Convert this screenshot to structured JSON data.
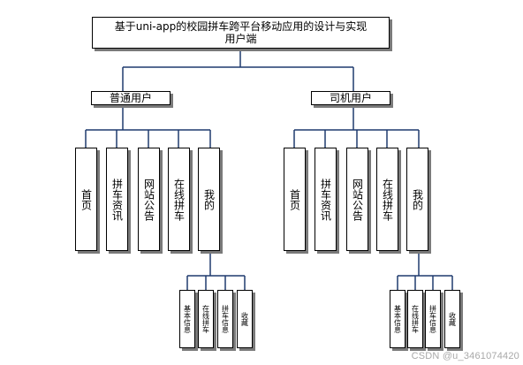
{
  "title": "基于uni-app的校园拼车跨平台移动应用的设计与实现用户端",
  "roles": [
    {
      "label": "普通用户",
      "modules": [
        "首页",
        "拼车资讯",
        "网站公告",
        "在线拼车",
        "我的"
      ],
      "sub_modules": [
        "基本信息",
        "在线拼车",
        "拼车信息",
        "收藏"
      ]
    },
    {
      "label": "司机用户",
      "modules": [
        "首页",
        "拼车资讯",
        "网站公告",
        "在线拼车",
        "我的"
      ],
      "sub_modules": [
        "基本信息",
        "在线拼车",
        "拼车信息",
        "收藏"
      ]
    }
  ],
  "watermark": "CSDN @u_3461074420",
  "colors": {
    "connector": "#1f3a6e",
    "border": "#000000",
    "shadow": "#7a7a7a"
  }
}
